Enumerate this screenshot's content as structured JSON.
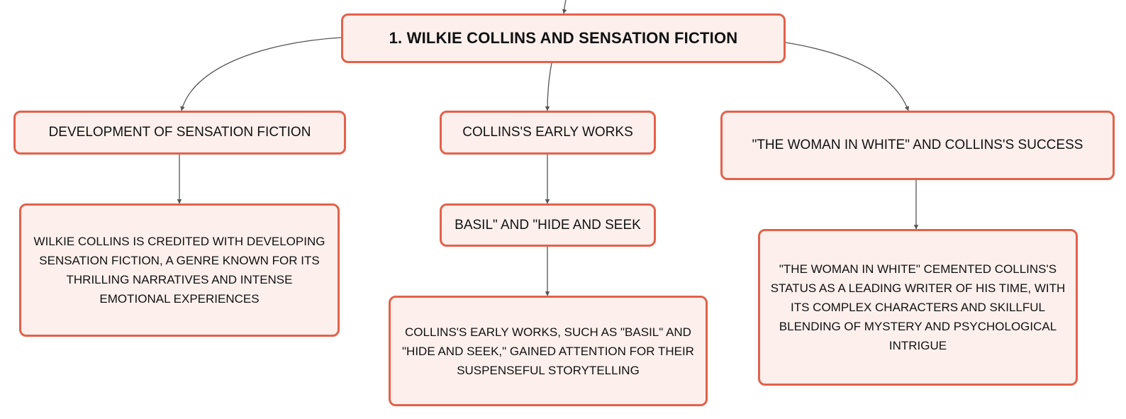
{
  "colors": {
    "node_border": "#e3614b",
    "node_fill": "#fdf0ec",
    "connector": "#555555"
  },
  "mindmap": {
    "root": {
      "label": "1. WILKIE COLLINS AND SENSATION FICTION"
    },
    "branches": [
      {
        "label": "DEVELOPMENT OF SENSATION FICTION",
        "children": [
          {
            "label": "WILKIE COLLINS IS CREDITED WITH DEVELOPING SENSATION FICTION, A GENRE KNOWN FOR ITS THRILLING NARRATIVES AND INTENSE EMOTIONAL EXPERIENCES"
          }
        ]
      },
      {
        "label": "COLLINS'S EARLY WORKS",
        "children": [
          {
            "label": "BASIL\" AND \"HIDE AND SEEK"
          },
          {
            "label": "COLLINS'S EARLY WORKS, SUCH AS \"BASIL\" AND \"HIDE AND SEEK,\" GAINED ATTENTION FOR THEIR SUSPENSEFUL STORYTELLING"
          }
        ]
      },
      {
        "label": "\"THE WOMAN IN WHITE\" AND COLLINS'S SUCCESS",
        "children": [
          {
            "label": "\"THE WOMAN IN WHITE\" CEMENTED COLLINS'S STATUS AS A LEADING WRITER OF HIS TIME, WITH ITS COMPLEX CHARACTERS AND SKILLFUL BLENDING OF MYSTERY AND PSYCHOLOGICAL INTRIGUE"
          }
        ]
      }
    ]
  }
}
